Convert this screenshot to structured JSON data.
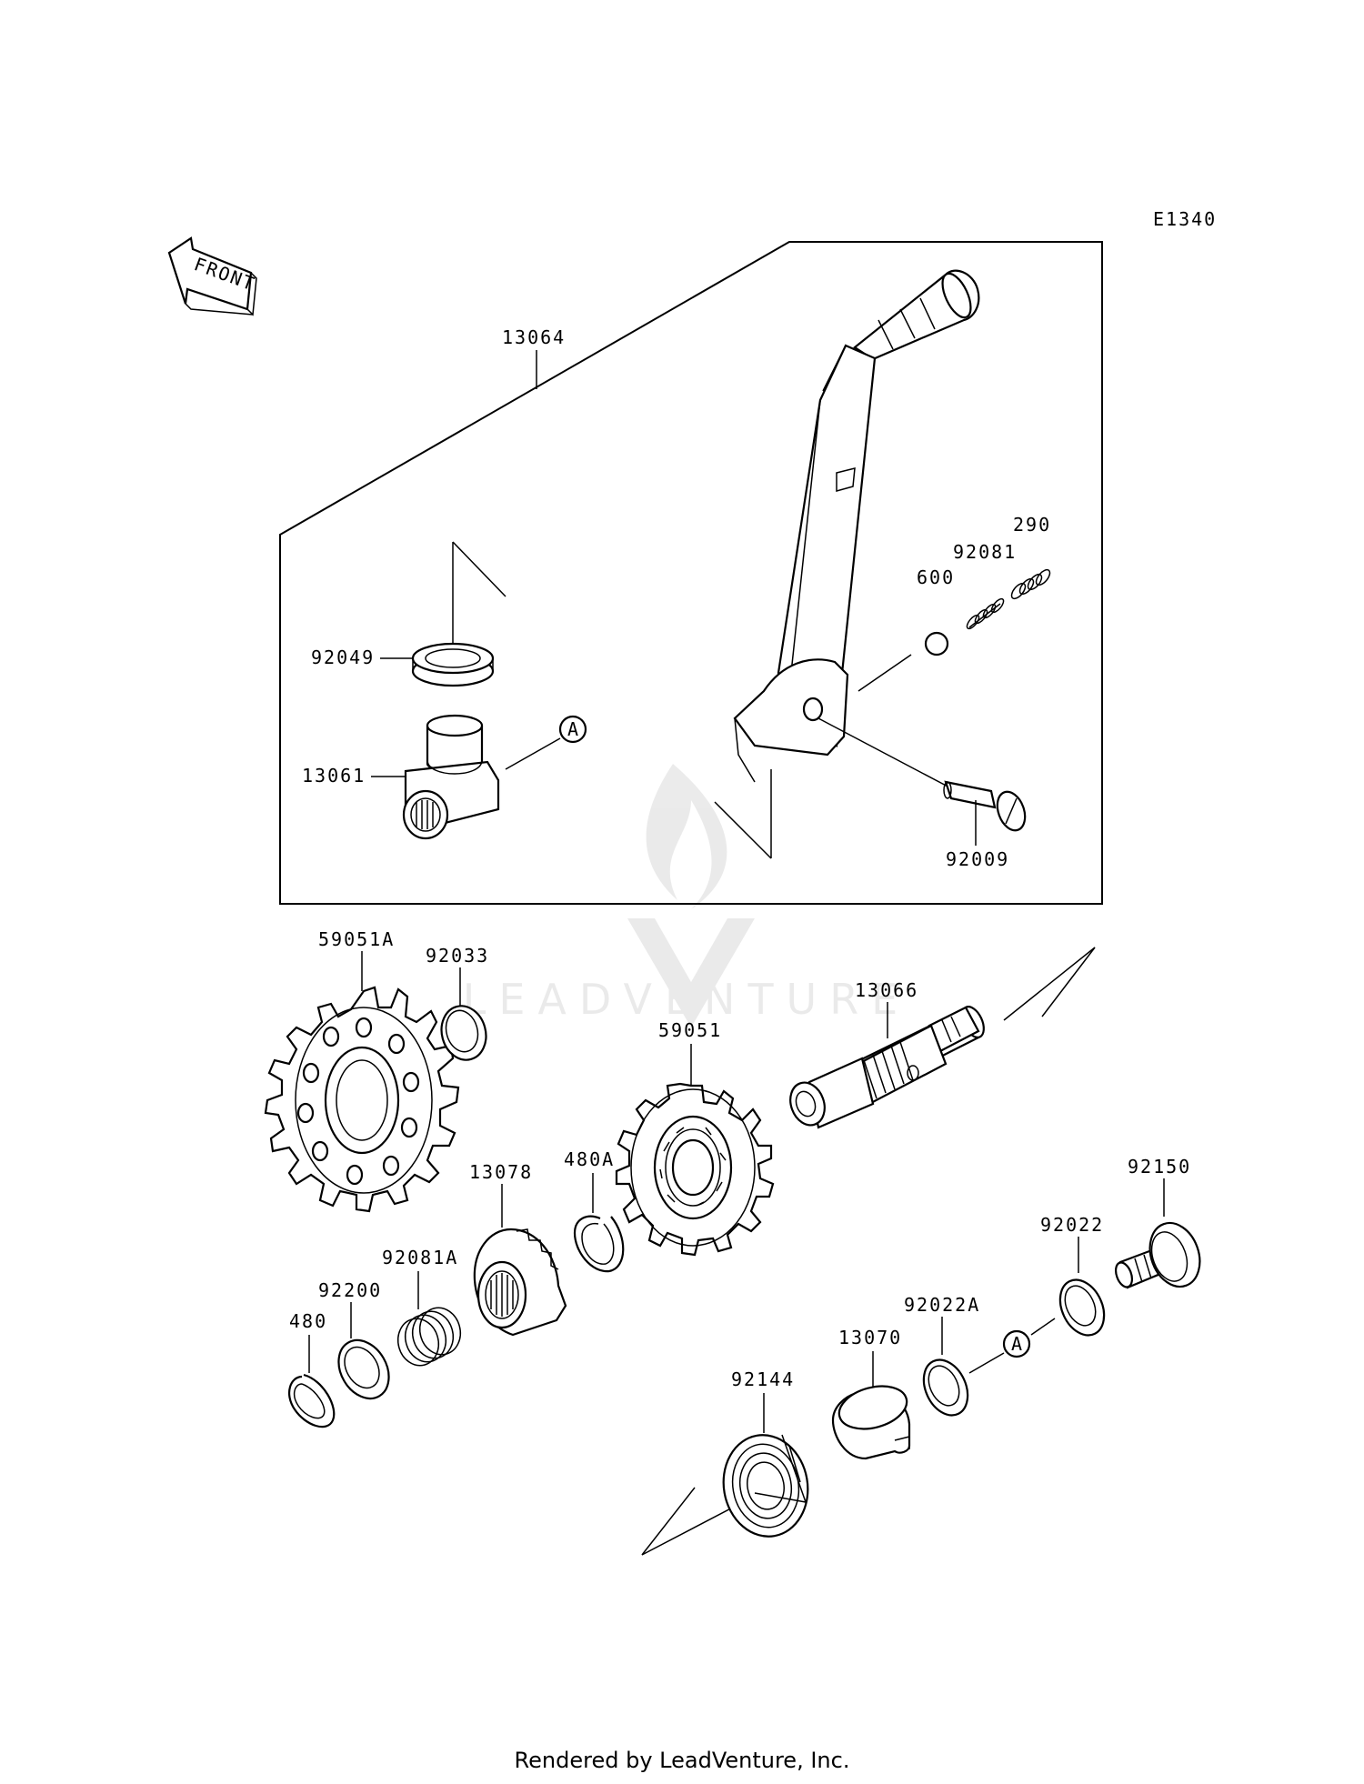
{
  "diagram_code": "E1340",
  "front_label": "FRONT",
  "footer": "Rendered by LeadVenture, Inc.",
  "watermark": "LEADVENTURE",
  "callout_marker": "A",
  "parts": {
    "p13064": "13064",
    "p92049": "92049",
    "p13061": "13061",
    "p600": "600",
    "p92081": "92081",
    "p290": "290",
    "p92009": "92009",
    "p59051A": "59051A",
    "p92033": "92033",
    "p13066": "13066",
    "p59051": "59051",
    "p480A": "480A",
    "p13078": "13078",
    "p92081A": "92081A",
    "p92200": "92200",
    "p480": "480",
    "p92150": "92150",
    "p92022": "92022",
    "p92022A": "92022A",
    "p13070": "13070",
    "p92144": "92144"
  }
}
